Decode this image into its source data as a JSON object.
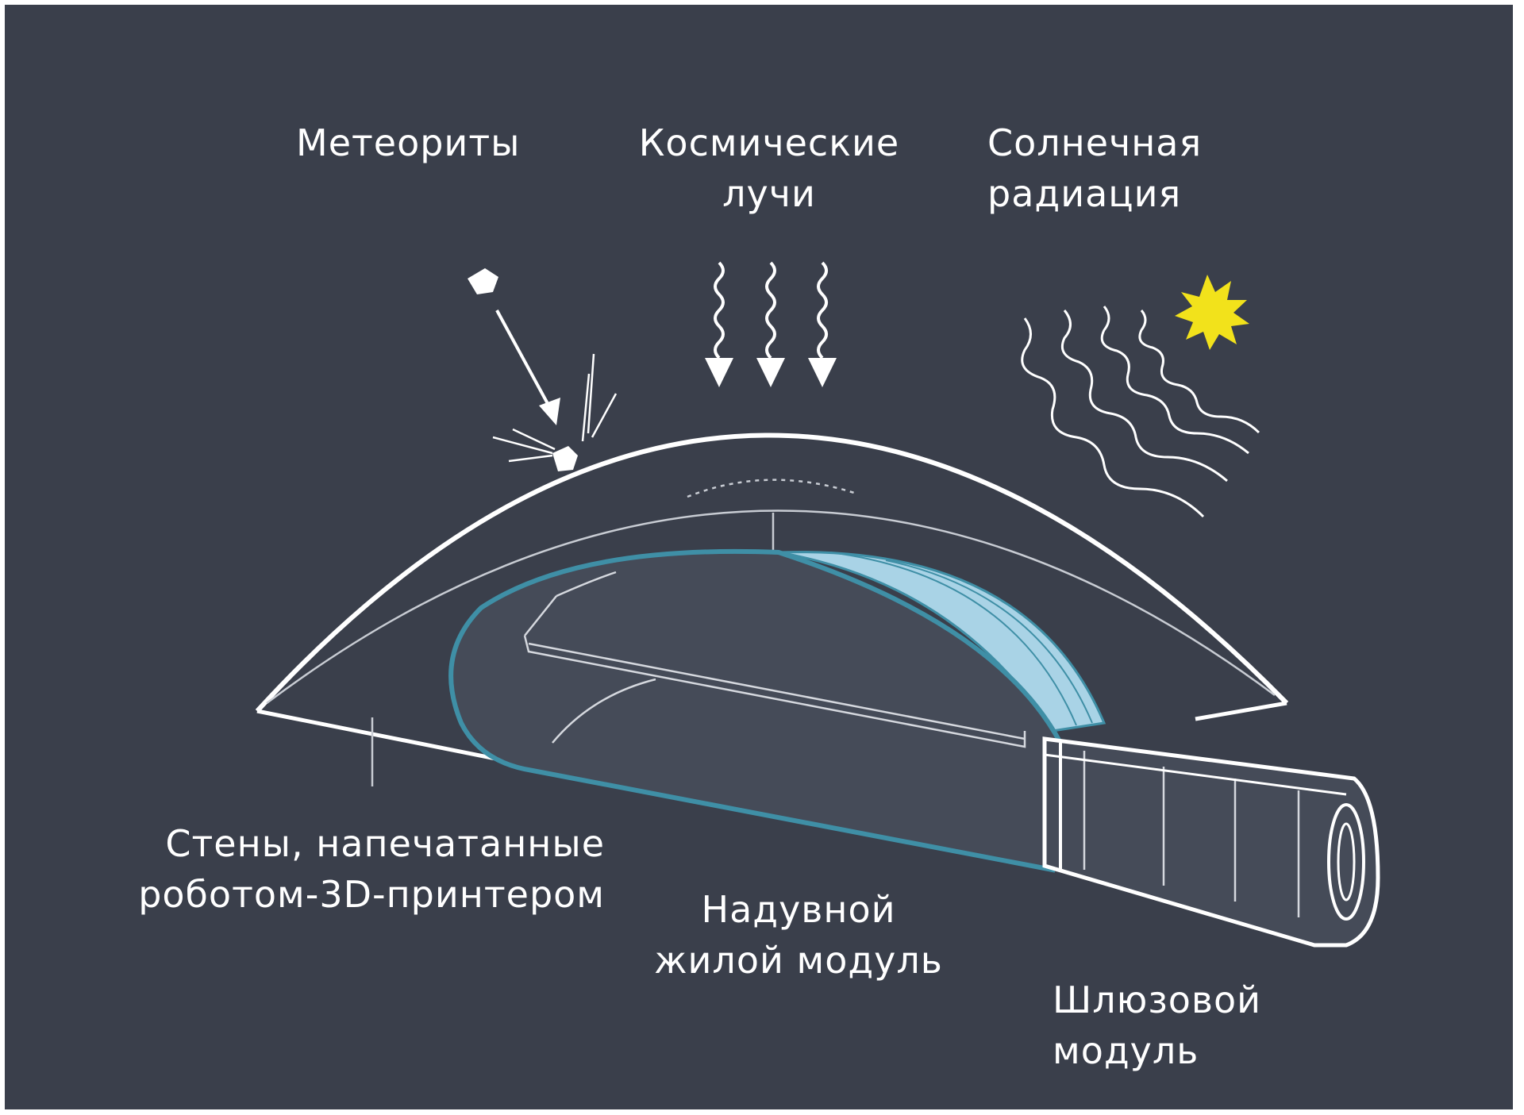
{
  "labels": {
    "meteorites": "Метеориты",
    "cosmic_rays_1": "Космические",
    "cosmic_rays_2": "лучи",
    "solar_radiation_1": "Солнечная",
    "solar_radiation_2": "радиация",
    "walls_1": "Стены, напечатанные",
    "walls_2": "роботом-3D-принтером",
    "habitat_1": "Надувной",
    "habitat_2": "жилой модуль",
    "airlock_1": "Шлюзовой",
    "airlock_2": "модуль"
  },
  "colors": {
    "background": "#3a3f4b",
    "line": "#ffffff",
    "habitat_edge": "#3f8fa6",
    "habitat_fill": "#454b58",
    "habitat_shell": "#a9d3e6",
    "sun": "#f2e21b"
  },
  "icons": {
    "meteorite": "rock-icon",
    "sun": "sun-icon",
    "rays": "arrow-down-icon"
  }
}
